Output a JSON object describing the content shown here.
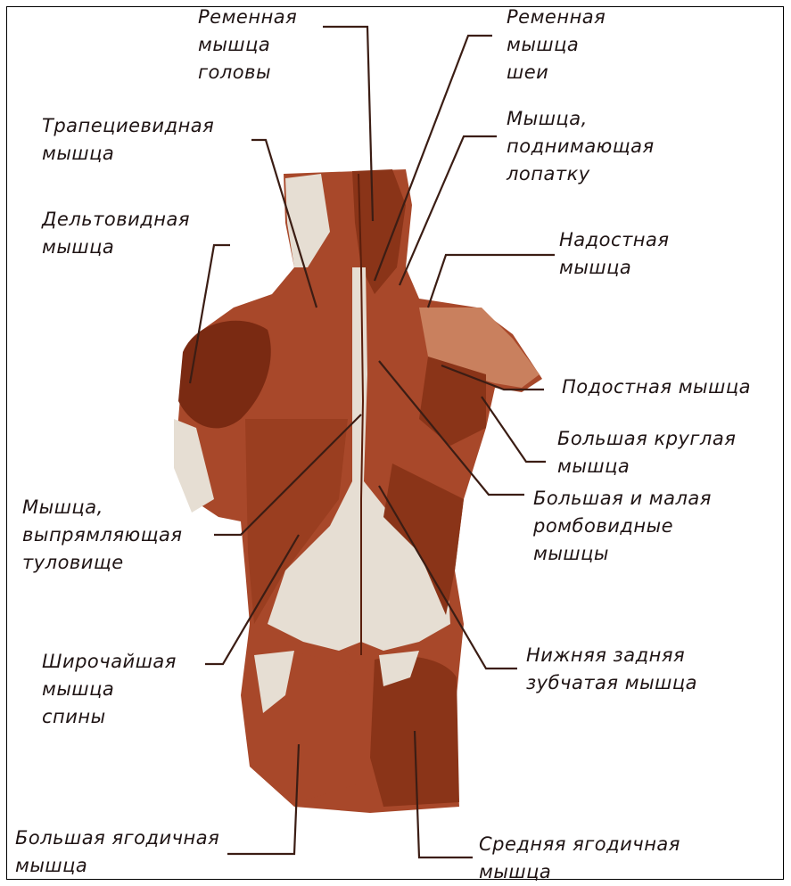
{
  "colors": {
    "muscle_dark": "#7a2a12",
    "muscle": "#a8482a",
    "muscle_light": "#c9805e",
    "tendon": "#e6ded3",
    "leader": "#3b1d14",
    "text": "#1f1414"
  },
  "labels": {
    "splenius_capitis": [
      "Ременная",
      "мышца",
      "головы"
    ],
    "splenius_cervicis": [
      "Ременная",
      "мышца",
      "шеи"
    ],
    "trapezius": [
      "Трапециевидная",
      "мышца"
    ],
    "levator_scapulae": [
      "Мышца,",
      "поднимающая",
      "лопатку"
    ],
    "deltoid": [
      "Дельтовидная",
      "мышца"
    ],
    "supraspinatus": [
      "Надостная",
      "мышца"
    ],
    "infraspinatus": [
      "Подостная мышца"
    ],
    "teres_major": [
      "Большая круглая",
      "мышца"
    ],
    "rhomboids": [
      "Большая и малая",
      "ромбовидные",
      "мышцы"
    ],
    "erector_spinae": [
      "Мышца,",
      "выпрямляющая",
      "туловище"
    ],
    "latissimus_dorsi": [
      "Широчайшая",
      "мышца",
      "спины"
    ],
    "serratus_posterior_inferior": [
      "Нижняя задняя",
      "зубчатая мышца"
    ],
    "gluteus_maximus": [
      "Большая ягодичная",
      "мышца"
    ],
    "gluteus_medius": [
      "Средняя ягодичная",
      "мышца"
    ]
  }
}
